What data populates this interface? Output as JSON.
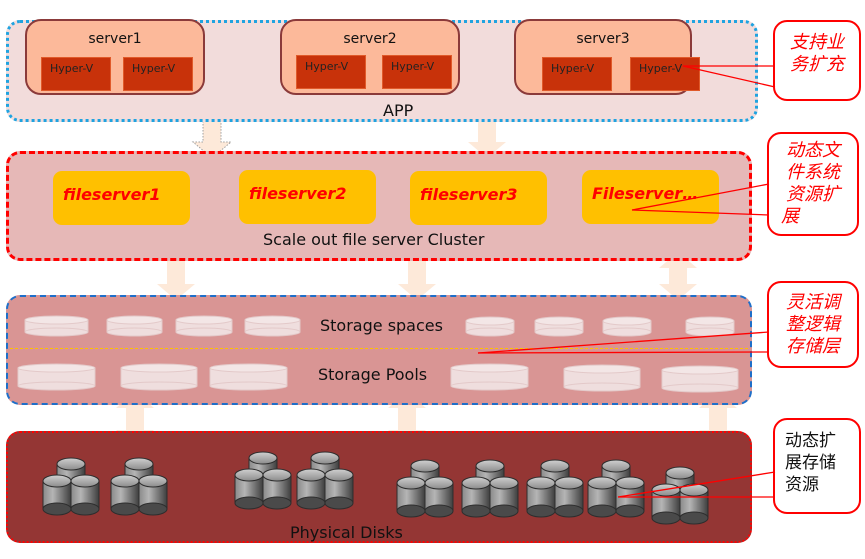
{
  "app_layer": {
    "label": "APP",
    "servers": [
      {
        "name": "server1",
        "vms": [
          "Hyper-V",
          "Hyper-V"
        ]
      },
      {
        "name": "server2",
        "vms": [
          "Hyper-V",
          "Hyper-V"
        ]
      },
      {
        "name": "server3",
        "vms": [
          "Hyper-V",
          "Hyper-V"
        ]
      }
    ]
  },
  "file_server_layer": {
    "label": "Scale out file server Cluster",
    "servers": [
      "fileserver1",
      "fileserver2",
      "fileserver3",
      "Fileserver…"
    ]
  },
  "storage_layer": {
    "spaces_label": "Storage spaces",
    "pools_label": "Storage Pools"
  },
  "physical_layer": {
    "label": "Physical Disks"
  },
  "callouts": [
    {
      "text": [
        "支持业",
        "务扩充"
      ]
    },
    {
      "text": [
        "动态文",
        "件系统",
        "资源扩",
        "展"
      ]
    },
    {
      "text": [
        "灵活调",
        "整逻辑",
        "存储层"
      ]
    },
    {
      "text": [
        "动态扩",
        "展存储",
        "资源"
      ]
    }
  ],
  "colors": {
    "app_bg": "#f2dcdb",
    "server_bg": "#fcb99a",
    "hyperv": "#c8320a",
    "fileserver_bg": "#ffc000",
    "fileserver_text": "#ff0000",
    "storage_bg": "#d99594",
    "physical_bg": "#943634",
    "callout_border": "#ff0000",
    "arrow": "#fde9d9"
  }
}
